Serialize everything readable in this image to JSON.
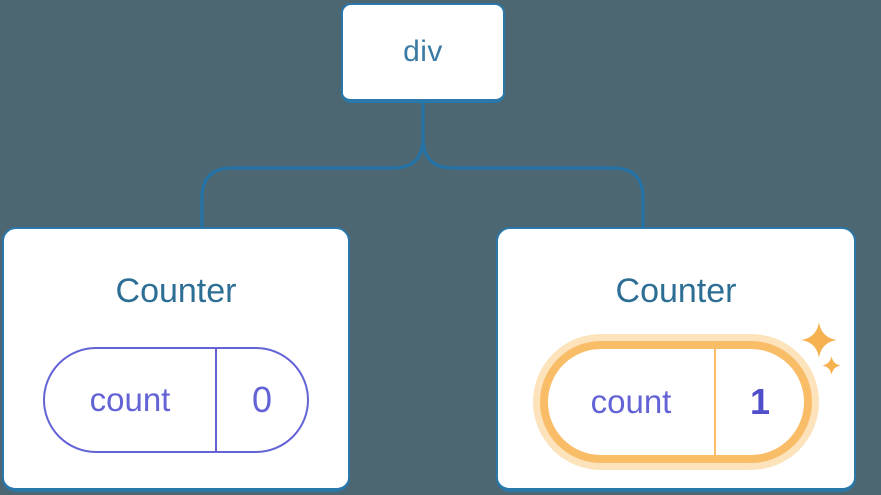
{
  "palette": {
    "background": "#4c6771",
    "node_border_blue": "#2a77a9",
    "connector_blue": "#2573a6",
    "root_label_blue": "#3a7ba6",
    "title_blue": "#2d6e94",
    "state_purple": "#6363d6",
    "highlight_value_purple": "#504ecb",
    "highlight_ring_orange": "#f9bd68",
    "highlight_halo_orange": "#fce3bb",
    "sparkle_orange": "#f6b150"
  },
  "tree": {
    "root": {
      "label": "div"
    },
    "children": [
      {
        "title": "Counter",
        "state": {
          "key": "count",
          "value": "0"
        },
        "highlighted": false
      },
      {
        "title": "Counter",
        "state": {
          "key": "count",
          "value": "1"
        },
        "highlighted": true,
        "icon": "sparkles-icon"
      }
    ]
  }
}
